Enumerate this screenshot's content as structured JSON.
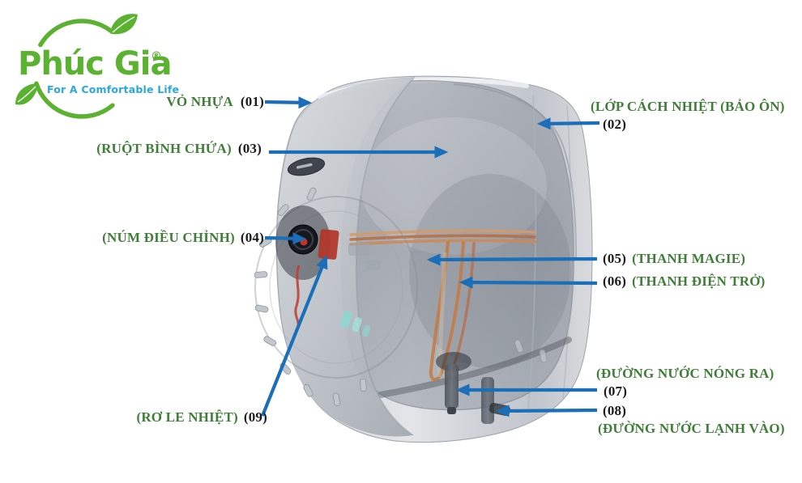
{
  "logo": {
    "brand": "Phúc Gia",
    "registered": "®",
    "tagline": "For A Comfortable Life"
  },
  "parts": [
    {
      "number": "(01)",
      "name": "VỎ NHỰA"
    },
    {
      "number": "(02)",
      "name": "(LỚP CÁCH NHIỆT (BẢO ÔN)"
    },
    {
      "number": "(03)",
      "name": "(RUỘT BÌNH CHỨA)"
    },
    {
      "number": "(04)",
      "name": "(NÚM ĐIỀU CHỈNH)"
    },
    {
      "number": "(05)",
      "name": "(THANH MAGIE)"
    },
    {
      "number": "(06)",
      "name": "(THANH ĐIỆN TRỞ)"
    },
    {
      "number": "(07)",
      "name": "(ĐƯỜNG NƯỚC NÓNG RA)"
    },
    {
      "number": "(08)",
      "name": "(ĐƯỜNG NƯỚC LẠNH VÀO)"
    },
    {
      "number": "(09)",
      "name": "(RƠ LE NHIỆT)"
    }
  ],
  "colors": {
    "label_green": "#3e7e37",
    "number_black": "#1b1b1b",
    "arrow_blue": "#1a6fb8",
    "logo_green": "#5bb231",
    "tagline_blue": "#29a8e0",
    "shell_gray": "#cfd3d8",
    "heating_element_copper": "#c5793f"
  }
}
